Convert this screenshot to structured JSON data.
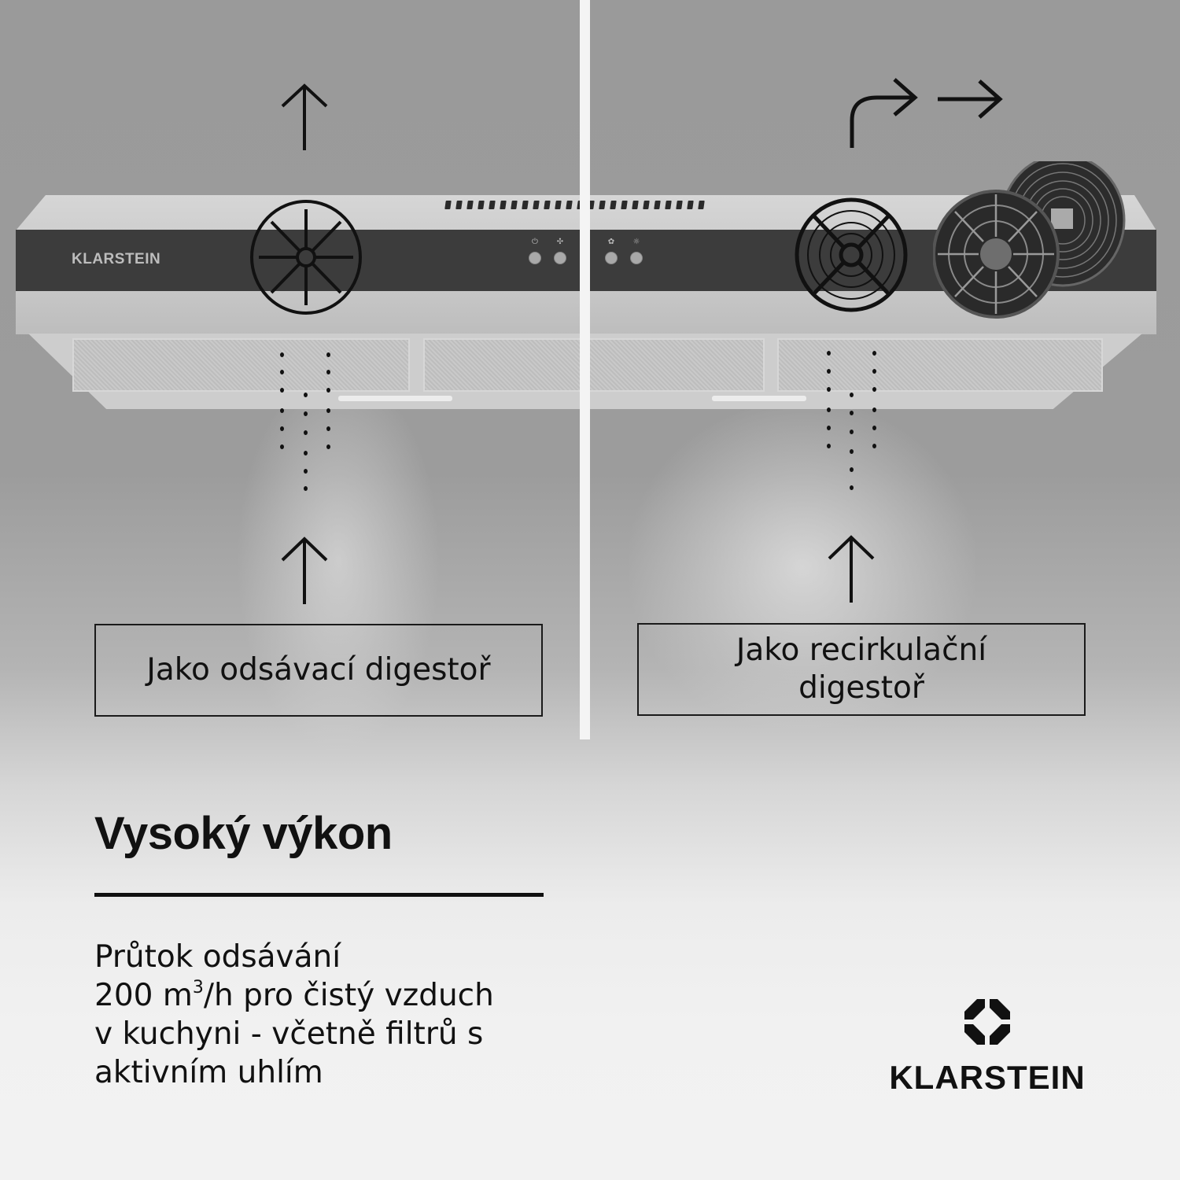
{
  "hood": {
    "brand_label": "KLARSTEIN",
    "controls": [
      {
        "icon": "power-icon",
        "glyph": "⏻"
      },
      {
        "icon": "fan-icon",
        "glyph": "✣"
      },
      {
        "icon": "fan-speed-icon",
        "glyph": "✿"
      },
      {
        "icon": "light-icon",
        "glyph": "☼"
      }
    ]
  },
  "left_panel": {
    "mode_label": "Jako odsávací digestoř",
    "airflow": "up-arrow-exhaust"
  },
  "right_panel": {
    "mode_label": "Jako recirkulační digestoř",
    "airflow": "curved-arrow-recirculation"
  },
  "feature": {
    "heading": "Vysoký výkon",
    "line1": "Průtok odsávání",
    "line2_prefix": "200 m",
    "line2_sup": "3",
    "line2_suffix": "/h pro čistý vzduch",
    "line3": "v kuchyni - včetně filtrů s",
    "line4": "aktivním uhlím"
  },
  "brand": {
    "logo_icon": "klarstein-octagon-icon",
    "wordmark": "KLARSTEIN"
  },
  "colors": {
    "background_top": "#9a9a9a",
    "background_bottom": "#f2f2f2",
    "panel_dark": "#3c3c3c",
    "text": "#111111",
    "divider": "#f4f4f4"
  }
}
